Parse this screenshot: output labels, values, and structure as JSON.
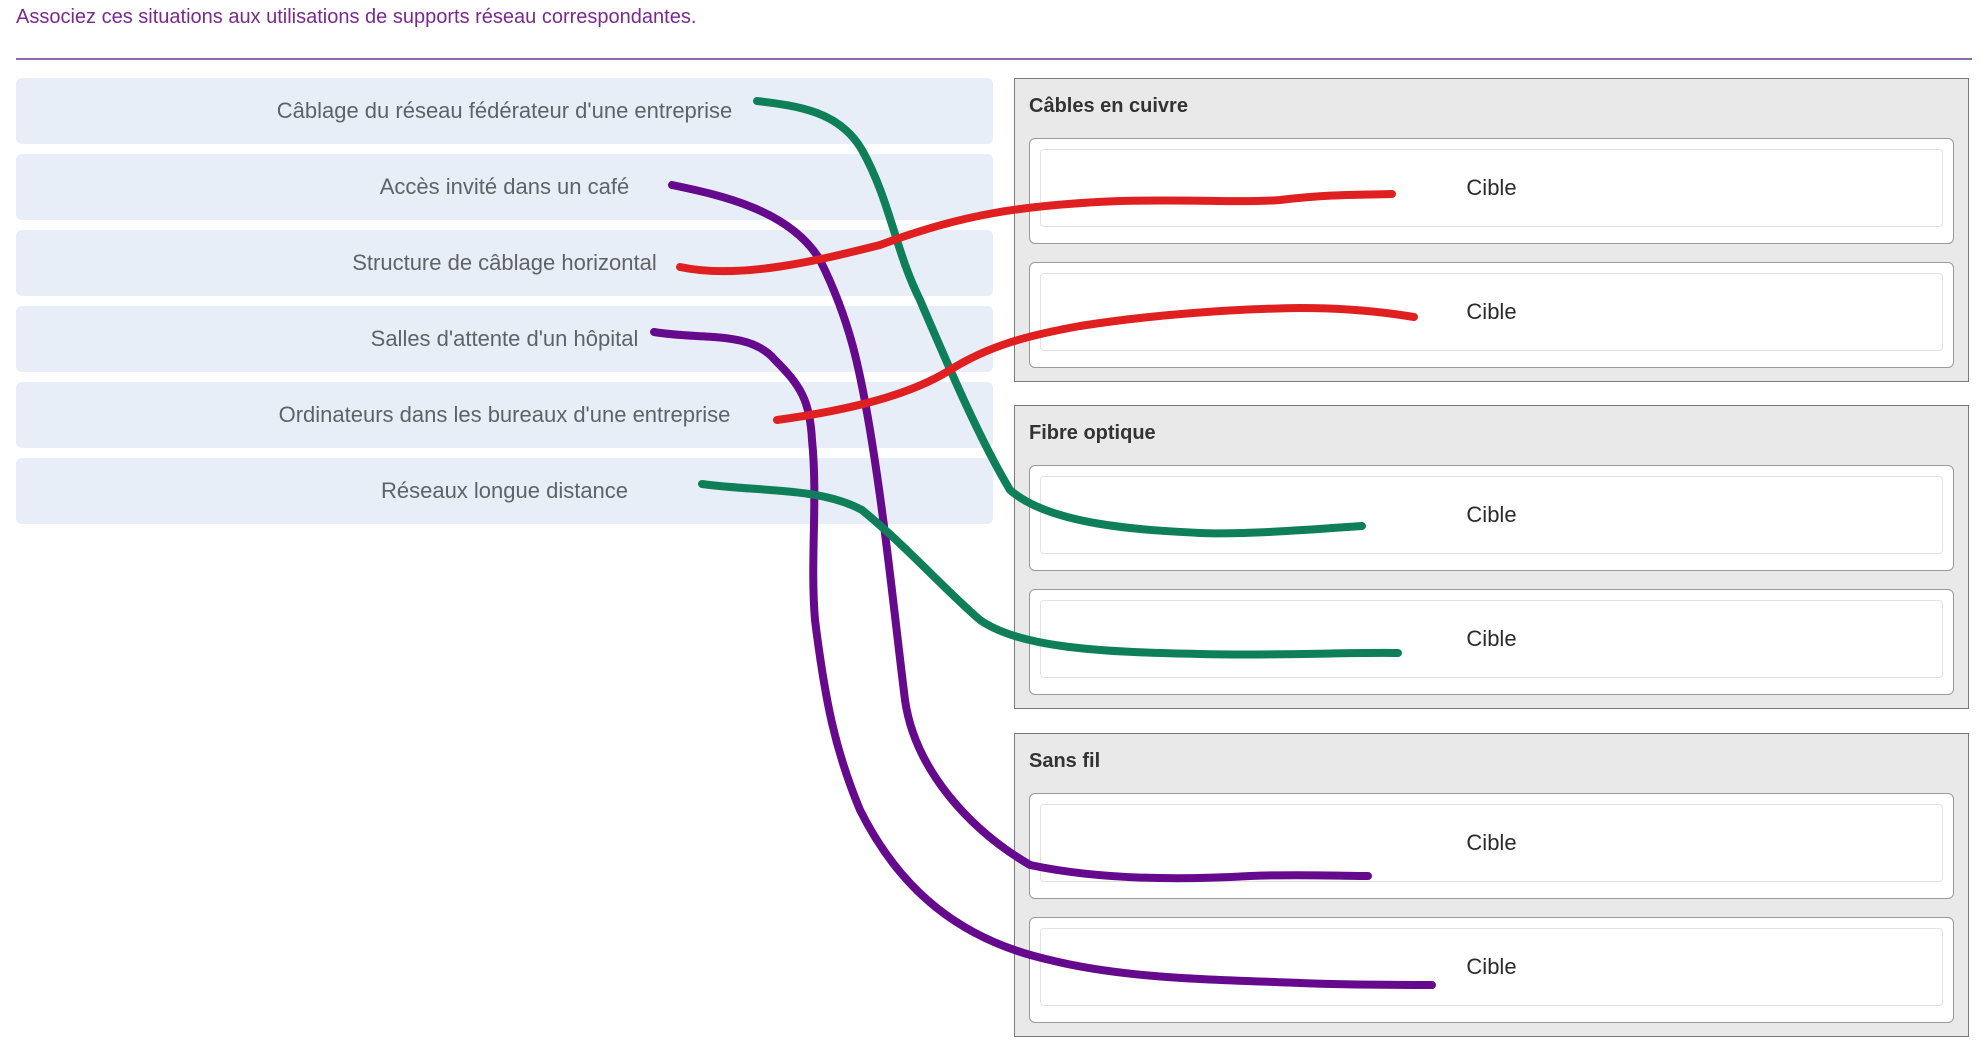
{
  "instruction": "Associez ces situations aux utilisations de supports réseau correspondantes.",
  "sources": [
    "Câblage du réseau fédérateur d'une entreprise",
    "Accès invité dans un café",
    "Structure de câblage horizontal",
    "Salles d'attente d'un hôpital",
    "Ordinateurs dans les bureaux d'une entreprise",
    "Réseaux longue distance"
  ],
  "groups": [
    {
      "title": "Câbles en cuivre",
      "targets": [
        "Cible",
        "Cible"
      ]
    },
    {
      "title": "Fibre optique",
      "targets": [
        "Cible",
        "Cible"
      ]
    },
    {
      "title": "Sans fil",
      "targets": [
        "Cible",
        "Cible"
      ]
    }
  ],
  "annotation_colors": {
    "copper": "#e02020",
    "fiber": "#0f7f5a",
    "wireless": "#650a8c"
  }
}
